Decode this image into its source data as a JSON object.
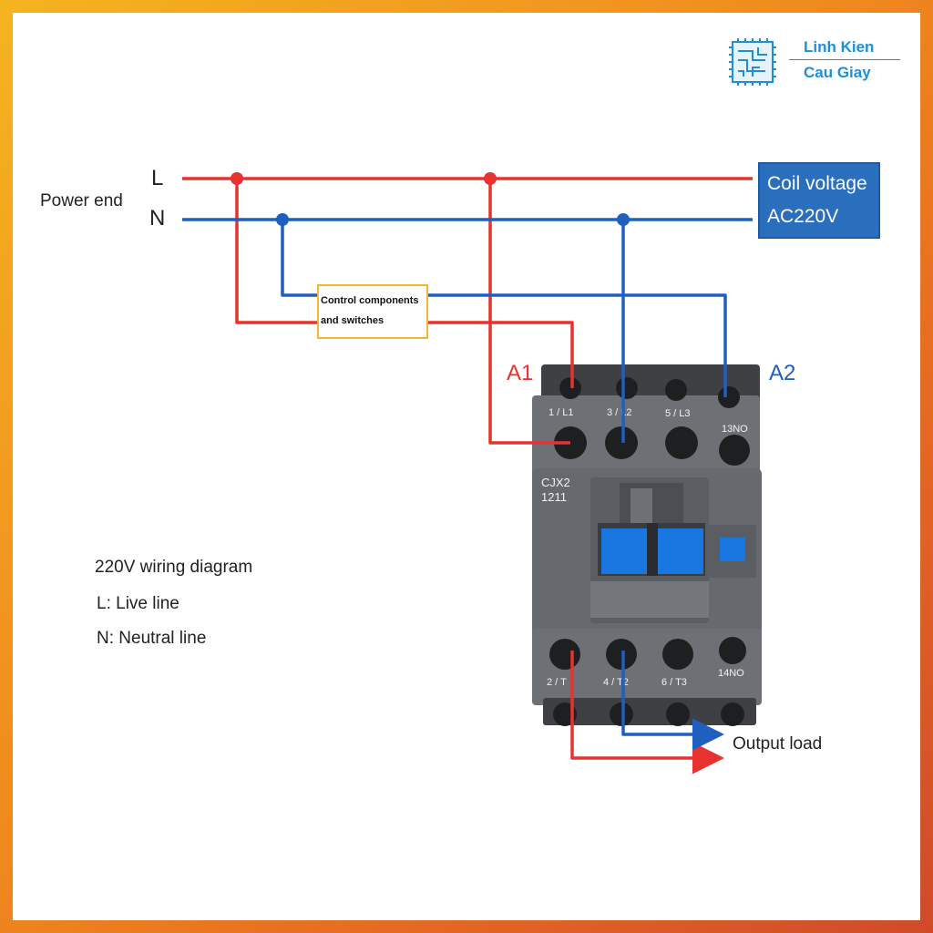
{
  "logo": {
    "line1": "Linh Kien",
    "line2": "Cau Giay",
    "icon": "circuit-chip-icon"
  },
  "power": {
    "label": "Power end",
    "live": "L",
    "neutral": "N"
  },
  "coil": {
    "line1": "Coil voltage",
    "line2": "AC220V"
  },
  "control": {
    "line1": "Control components",
    "line2": "and switches"
  },
  "terminals": {
    "a1": "A1",
    "a2": "A2"
  },
  "contactor": {
    "model_line1": "CJX2",
    "model_line2": "1211",
    "top_labels": [
      "1 / L1",
      "3 / L2",
      "5 / L3",
      "13NO"
    ],
    "bottom_labels": [
      "2 / T",
      "4 / T2",
      "6 / T3",
      "14NO"
    ]
  },
  "legend": {
    "title": "220V wiring diagram",
    "live": "L: Live line",
    "neutral": "N: Neutral line"
  },
  "output": {
    "label": "Output load"
  },
  "colors": {
    "live_wire": "#e8322f",
    "neutral_wire": "#1f5fbf",
    "accent_blue": "#2a6fbd",
    "control_border": "#f2b632",
    "logo": "#1e8fd6"
  }
}
